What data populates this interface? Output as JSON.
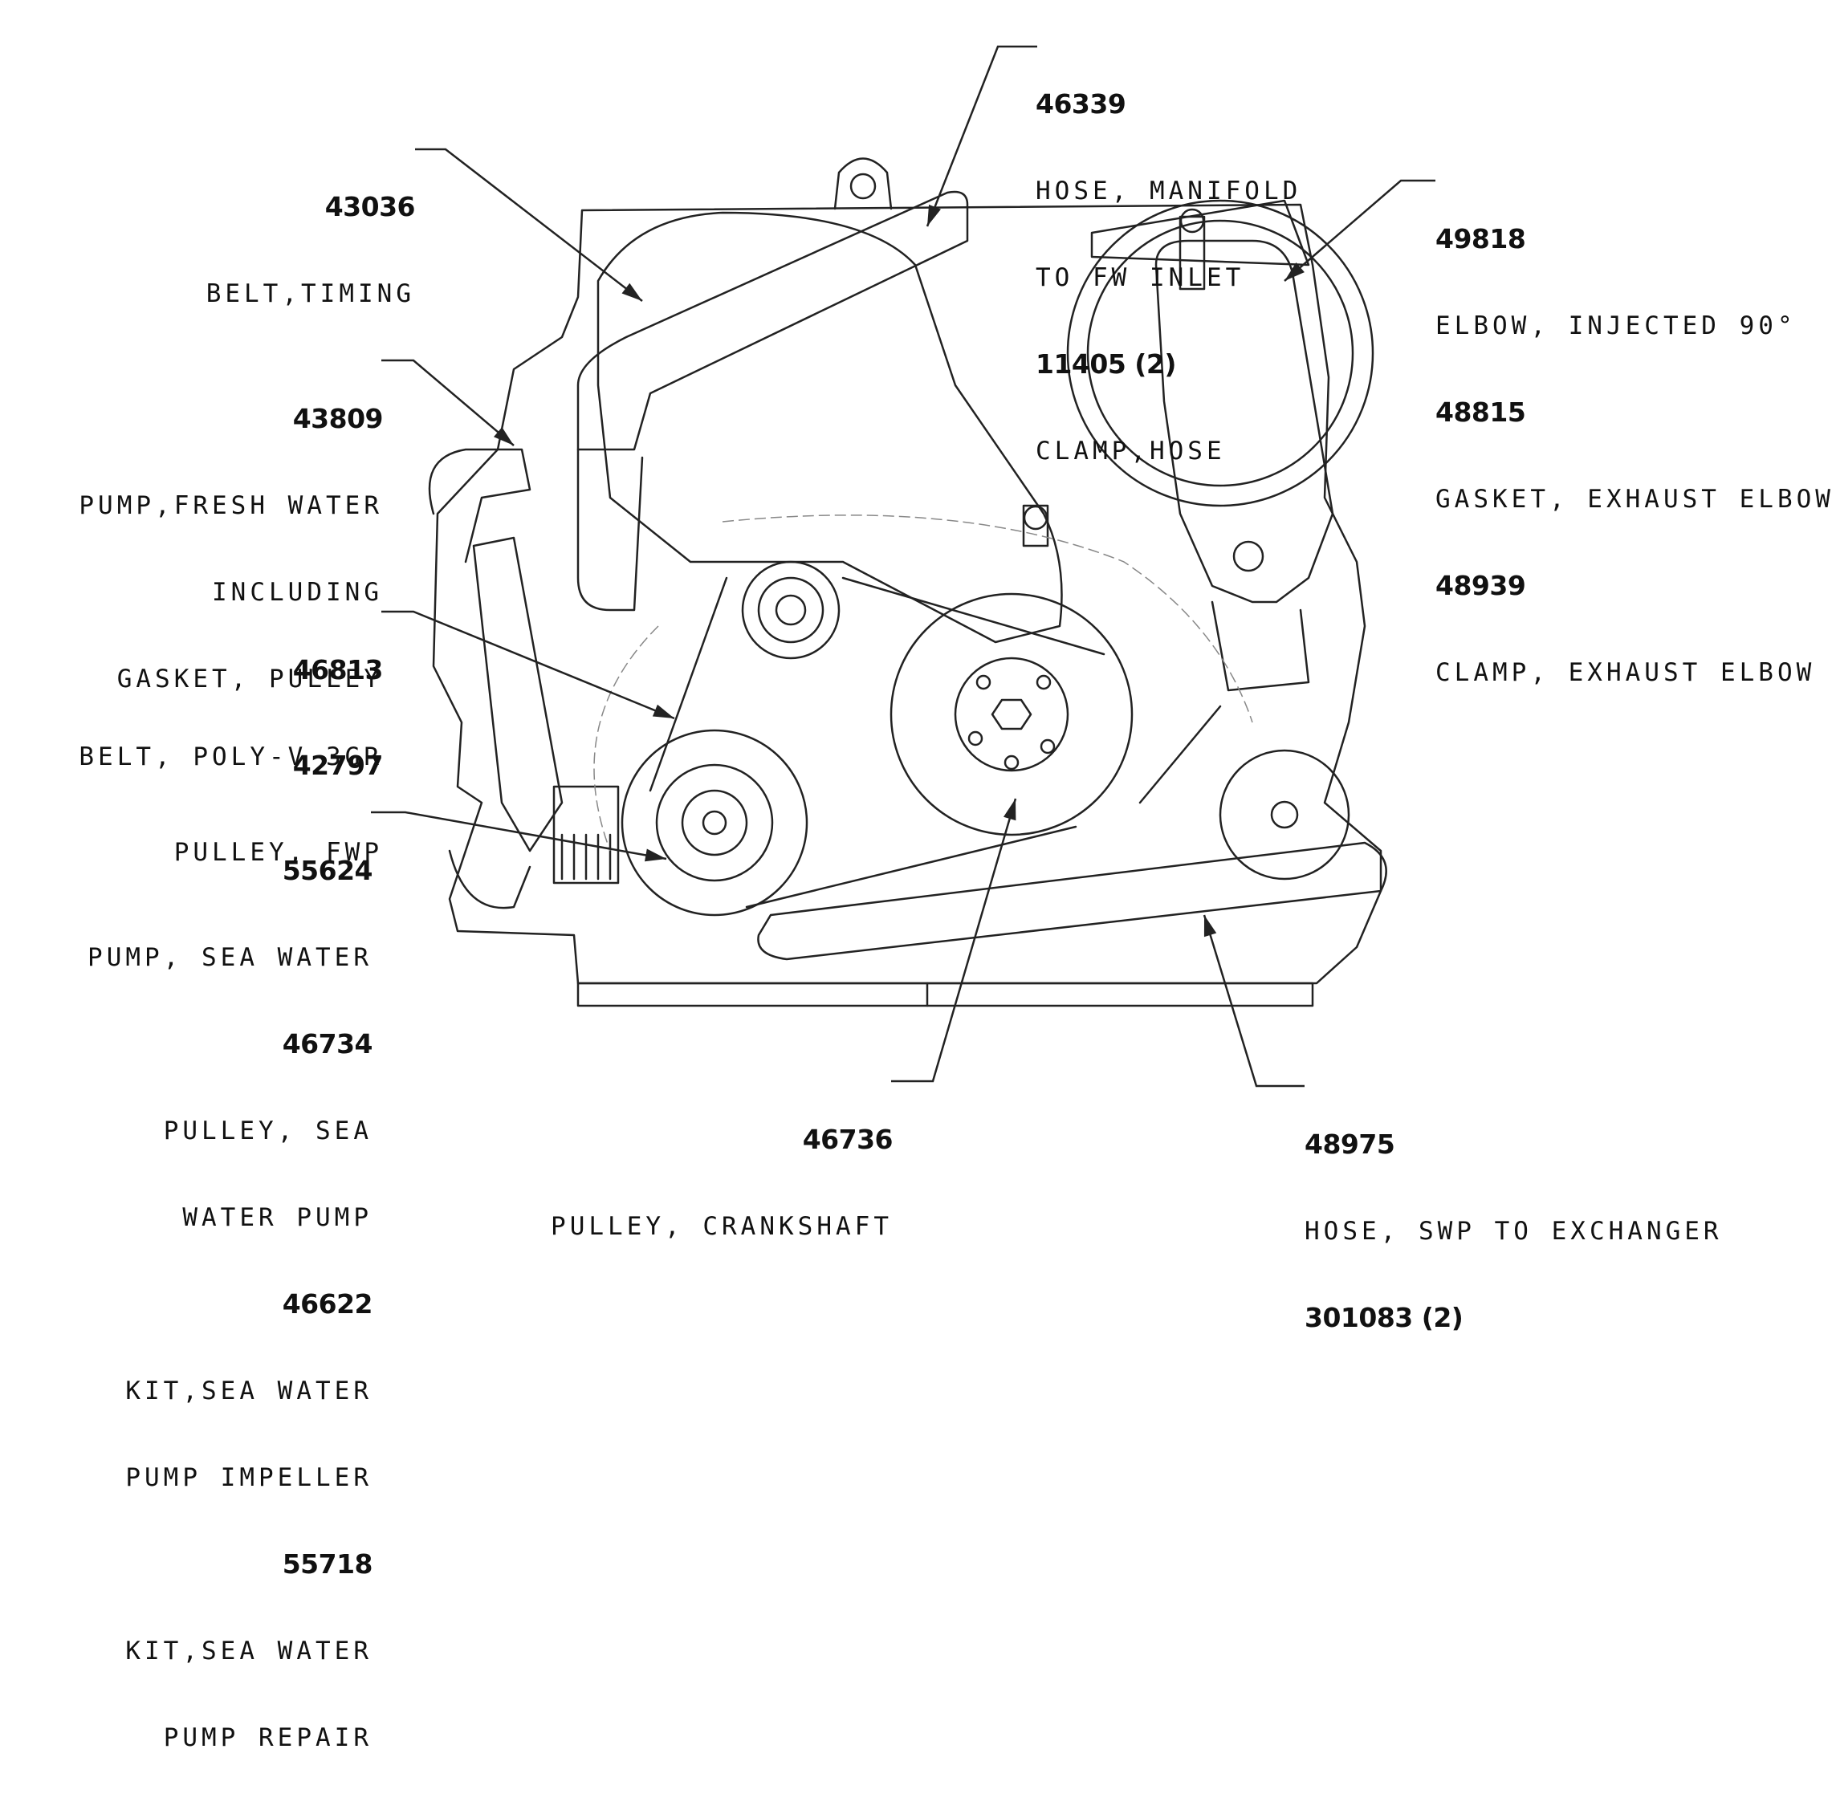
{
  "colors": {
    "line": "#222222",
    "detail": "#888888",
    "background": "#ffffff"
  },
  "callouts": [
    {
      "id": "c-46339",
      "lines": [
        {
          "kind": "pn",
          "text": "46339"
        },
        {
          "kind": "desc",
          "text": "HOSE, MANIFOLD"
        },
        {
          "kind": "desc",
          "text": "TO FW INLET"
        },
        {
          "kind": "pn",
          "text": "11405 (2)"
        },
        {
          "kind": "desc",
          "text": "CLAMP,HOSE"
        }
      ]
    },
    {
      "id": "c-43036",
      "lines": [
        {
          "kind": "pn",
          "text": "43036"
        },
        {
          "kind": "desc",
          "text": "BELT,TIMING"
        }
      ]
    },
    {
      "id": "c-49818",
      "lines": [
        {
          "kind": "pn",
          "text": "49818"
        },
        {
          "kind": "desc",
          "text": "ELBOW, INJECTED 90°"
        },
        {
          "kind": "pn",
          "text": "48815"
        },
        {
          "kind": "desc",
          "text": "GASKET, EXHAUST ELBOW"
        },
        {
          "kind": "pn",
          "text": "48939"
        },
        {
          "kind": "desc",
          "text": "CLAMP, EXHAUST ELBOW"
        }
      ]
    },
    {
      "id": "c-43809",
      "lines": [
        {
          "kind": "pn",
          "text": "43809"
        },
        {
          "kind": "desc",
          "text": "PUMP,FRESH WATER"
        },
        {
          "kind": "desc",
          "text": "INCLUDING"
        },
        {
          "kind": "desc",
          "text": "GASKET, PULLEY"
        },
        {
          "kind": "pn",
          "text": "42797"
        },
        {
          "kind": "desc",
          "text": "PULLEY, FWP"
        }
      ]
    },
    {
      "id": "c-46813",
      "lines": [
        {
          "kind": "pn",
          "text": "46813"
        },
        {
          "kind": "desc",
          "text": "BELT, POLY-V 3GR"
        }
      ]
    },
    {
      "id": "c-55624",
      "lines": [
        {
          "kind": "pn",
          "text": "55624"
        },
        {
          "kind": "desc",
          "text": "PUMP, SEA WATER"
        },
        {
          "kind": "pn",
          "text": "46734"
        },
        {
          "kind": "desc",
          "text": "PULLEY, SEA"
        },
        {
          "kind": "desc",
          "text": "WATER PUMP"
        },
        {
          "kind": "pn",
          "text": "46622"
        },
        {
          "kind": "desc",
          "text": "KIT,SEA WATER"
        },
        {
          "kind": "desc",
          "text": "PUMP IMPELLER"
        },
        {
          "kind": "pn",
          "text": "55718"
        },
        {
          "kind": "desc",
          "text": "KIT,SEA WATER"
        },
        {
          "kind": "desc",
          "text": "PUMP REPAIR"
        }
      ]
    },
    {
      "id": "c-46736",
      "lines": [
        {
          "kind": "pn",
          "text": "46736"
        },
        {
          "kind": "desc",
          "text": "PULLEY, CRANKSHAFT"
        }
      ]
    },
    {
      "id": "c-48975",
      "lines": [
        {
          "kind": "pn",
          "text": "48975"
        },
        {
          "kind": "desc",
          "text": "HOSE, SWP TO EXCHANGER"
        },
        {
          "kind": "pn",
          "text": "301083 (2)"
        }
      ]
    }
  ]
}
